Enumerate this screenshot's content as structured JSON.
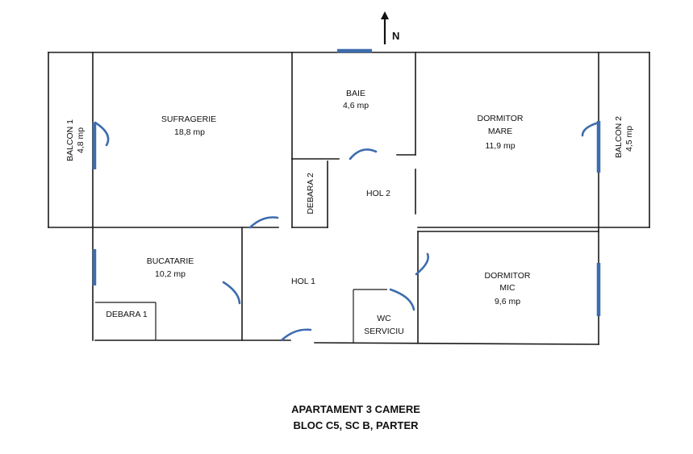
{
  "rooms": {
    "balcon1": {
      "name": "BALCON 1",
      "area": "4,8 mp"
    },
    "sufragerie": {
      "name": "SUFRAGERIE",
      "area": "18,8 mp"
    },
    "baie": {
      "name": "BAIE",
      "area": "4,6 mp"
    },
    "dormitor_mare": {
      "name1": "DORMITOR",
      "name2": "MARE",
      "area": "11,9 mp"
    },
    "balcon2": {
      "name": "BALCON 2",
      "area": "4,5 mp"
    },
    "debara2": {
      "name": "DEBARA 2"
    },
    "hol2": {
      "name": "HOL 2"
    },
    "bucatarie": {
      "name": "BUCATARIE",
      "area": "10,2 mp"
    },
    "hol1": {
      "name": "HOL 1"
    },
    "debara1": {
      "name": "DEBARA 1"
    },
    "wc": {
      "name1": "WC",
      "name2": "SERVICIU"
    },
    "dormitor_mic": {
      "name1": "DORMITOR",
      "name2": "MIC",
      "area": "9,6 mp"
    }
  },
  "compass": {
    "label": "N"
  },
  "title": {
    "line1": "APARTAMENT 3 CAMERE",
    "line2": "BLOC C5, SC B, PARTER"
  },
  "colors": {
    "wall": "#1a1a1a",
    "window": "#3d6cae",
    "door": "#3d6cae"
  }
}
